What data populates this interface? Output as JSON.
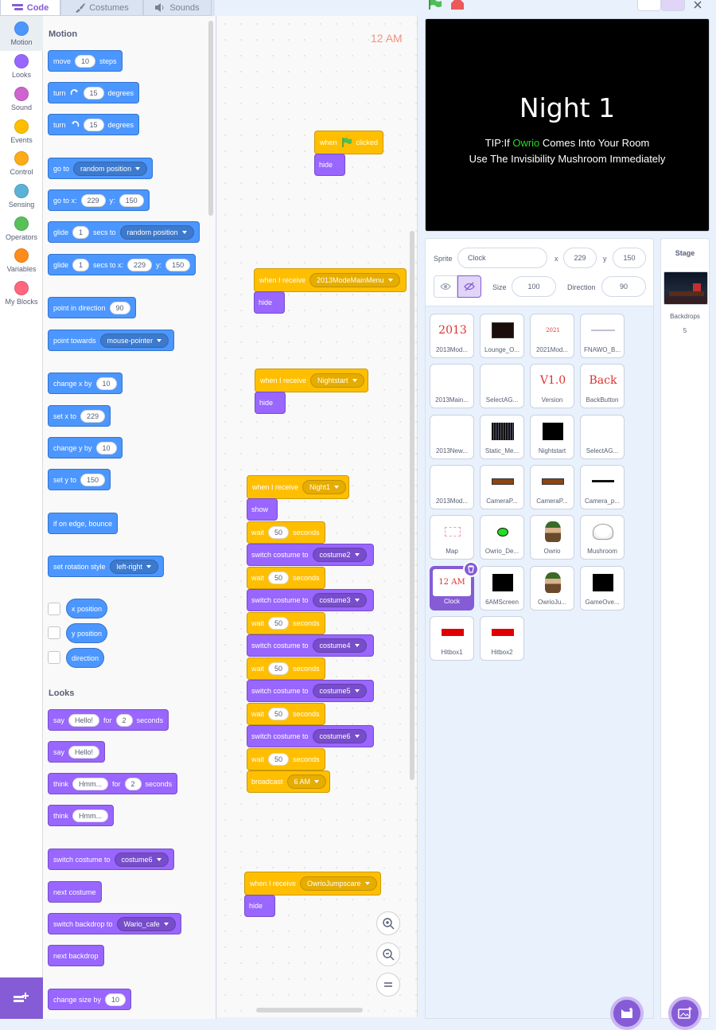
{
  "tabs": [
    {
      "label": "Code"
    },
    {
      "label": "Costumes"
    },
    {
      "label": "Sounds"
    }
  ],
  "categories": [
    {
      "label": "Motion",
      "color": "#4c97ff"
    },
    {
      "label": "Looks",
      "color": "#9966ff"
    },
    {
      "label": "Sound",
      "color": "#cf63cf"
    },
    {
      "label": "Events",
      "color": "#ffbf00"
    },
    {
      "label": "Control",
      "color": "#ffab19"
    },
    {
      "label": "Sensing",
      "color": "#5cb1d6"
    },
    {
      "label": "Operators",
      "color": "#59c059"
    },
    {
      "label": "Variables",
      "color": "#ff8c1a"
    },
    {
      "label": "My Blocks",
      "color": "#ff6680"
    }
  ],
  "palette": {
    "motion_title": "Motion",
    "looks_title": "Looks",
    "move": {
      "a": "move",
      "n": "10",
      "b": "steps"
    },
    "turn_r": {
      "a": "turn",
      "n": "15",
      "b": "degrees"
    },
    "turn_l": {
      "a": "turn",
      "n": "15",
      "b": "degrees"
    },
    "goto": {
      "a": "go to",
      "d": "random position"
    },
    "gotoxy": {
      "a": "go to x:",
      "x": "229",
      "b": "y:",
      "y": "150"
    },
    "glide1": {
      "a": "glide",
      "n": "1",
      "b": "secs to",
      "d": "random position"
    },
    "glide2": {
      "a": "glide",
      "n": "1",
      "b": "secs to x:",
      "x": "229",
      "c": "y:",
      "y": "150"
    },
    "point_dir": {
      "a": "point in direction",
      "n": "90"
    },
    "point_tow": {
      "a": "point towards",
      "d": "mouse-pointer"
    },
    "chx": {
      "a": "change x by",
      "n": "10"
    },
    "setx": {
      "a": "set x to",
      "n": "229"
    },
    "chy": {
      "a": "change y by",
      "n": "10"
    },
    "sety": {
      "a": "set y to",
      "n": "150"
    },
    "bounce": "if on edge, bounce",
    "rot": {
      "a": "set rotation style",
      "d": "left-right"
    },
    "xpos": "x position",
    "ypos": "y position",
    "dir": "direction",
    "say2": {
      "a": "say",
      "t": "Hello!",
      "b": "for",
      "n": "2",
      "c": "seconds"
    },
    "say": {
      "a": "say",
      "t": "Hello!"
    },
    "think2": {
      "a": "think",
      "t": "Hmm...",
      "b": "for",
      "n": "2",
      "c": "seconds"
    },
    "think": {
      "a": "think",
      "t": "Hmm..."
    },
    "swcost": {
      "a": "switch costume to",
      "d": "costume6"
    },
    "nextcost": "next costume",
    "swback": {
      "a": "switch backdrop to",
      "d": "Wario_cafe"
    },
    "nextback": "next backdrop",
    "chsize": {
      "a": "change size by",
      "n": "10"
    }
  },
  "script": {
    "time_label": "12 AM",
    "s1": {
      "when": "when",
      "clicked": "clicked",
      "hide": "hide"
    },
    "s2": {
      "when": "when I receive",
      "msg": "2013ModeMainMenu",
      "hide": "hide"
    },
    "s3": {
      "when": "when I receive",
      "msg": "Nightstart",
      "hide": "hide"
    },
    "s4": {
      "when": "when I receive",
      "msg": "Night1",
      "show": "show",
      "wait": "wait",
      "secs": "seconds",
      "switch": "switch costume to",
      "n": "50",
      "costumes": [
        "costume2",
        "costume3",
        "costume4",
        "costume5",
        "costume6"
      ],
      "broadcast": "broadcast",
      "bmsg": "6 AM"
    },
    "s5": {
      "when": "when I receive",
      "msg": "OwrioJumpscare",
      "hide": "hide"
    },
    "zoom_in": "+",
    "zoom_out": "−",
    "zoom_reset": "="
  },
  "stage": {
    "title": "Night 1",
    "tip_a": "TIP:If ",
    "tip_owrio": "Owrio",
    "tip_b": " Comes Into Your Room",
    "tip_line2": "Use The Invisibility Mushroom Immediately",
    "owrio_color": "#22dd22"
  },
  "sprite_info": {
    "sprite_label": "Sprite",
    "sprite_name": "Clock",
    "x_label": "x",
    "x": "229",
    "y_label": "y",
    "y": "150",
    "size_label": "Size",
    "size": "100",
    "dir_label": "Direction",
    "direction": "90"
  },
  "sprites": [
    {
      "name": "2013Mod...",
      "thumb": "2013",
      "kind": "text-red"
    },
    {
      "name": "Lounge_O...",
      "kind": "dark"
    },
    {
      "name": "2021Mod...",
      "thumb": "2021",
      "kind": "text-red-small"
    },
    {
      "name": "FNAWO_B...",
      "kind": "tiny-text"
    },
    {
      "name": "2013Main...",
      "kind": "blank"
    },
    {
      "name": "SelectAG...",
      "kind": "blank"
    },
    {
      "name": "Version",
      "thumb": "V1.0",
      "kind": "text-red"
    },
    {
      "name": "BackButton",
      "thumb": "Back",
      "kind": "text-red"
    },
    {
      "name": "2013New...",
      "kind": "blank"
    },
    {
      "name": "Static_Me...",
      "kind": "static"
    },
    {
      "name": "Nightstart",
      "kind": "black"
    },
    {
      "name": "SelectAG...",
      "kind": "blank"
    },
    {
      "name": "2013Mod...",
      "kind": "blank"
    },
    {
      "name": "CameraP...",
      "kind": "bar-brown"
    },
    {
      "name": "CameraP...",
      "kind": "bar-brown"
    },
    {
      "name": "Camera_p...",
      "kind": "line"
    },
    {
      "name": "Map",
      "kind": "map"
    },
    {
      "name": "Owrio_De...",
      "kind": "green-dot"
    },
    {
      "name": "Owrio",
      "kind": "char"
    },
    {
      "name": "Mushroom",
      "kind": "mushroom"
    },
    {
      "name": "Clock",
      "thumb": "12 AM",
      "kind": "clock",
      "selected": true
    },
    {
      "name": "6AMScreen",
      "kind": "black"
    },
    {
      "name": "OwrioJu...",
      "kind": "char"
    },
    {
      "name": "GameOve...",
      "kind": "black"
    },
    {
      "name": "Hitbox1",
      "kind": "red-bar"
    },
    {
      "name": "Hitbox2",
      "kind": "red-bar"
    }
  ],
  "stage_panel": {
    "title": "Stage",
    "backdrops_label": "Backdrops",
    "backdrops_count": "5"
  }
}
